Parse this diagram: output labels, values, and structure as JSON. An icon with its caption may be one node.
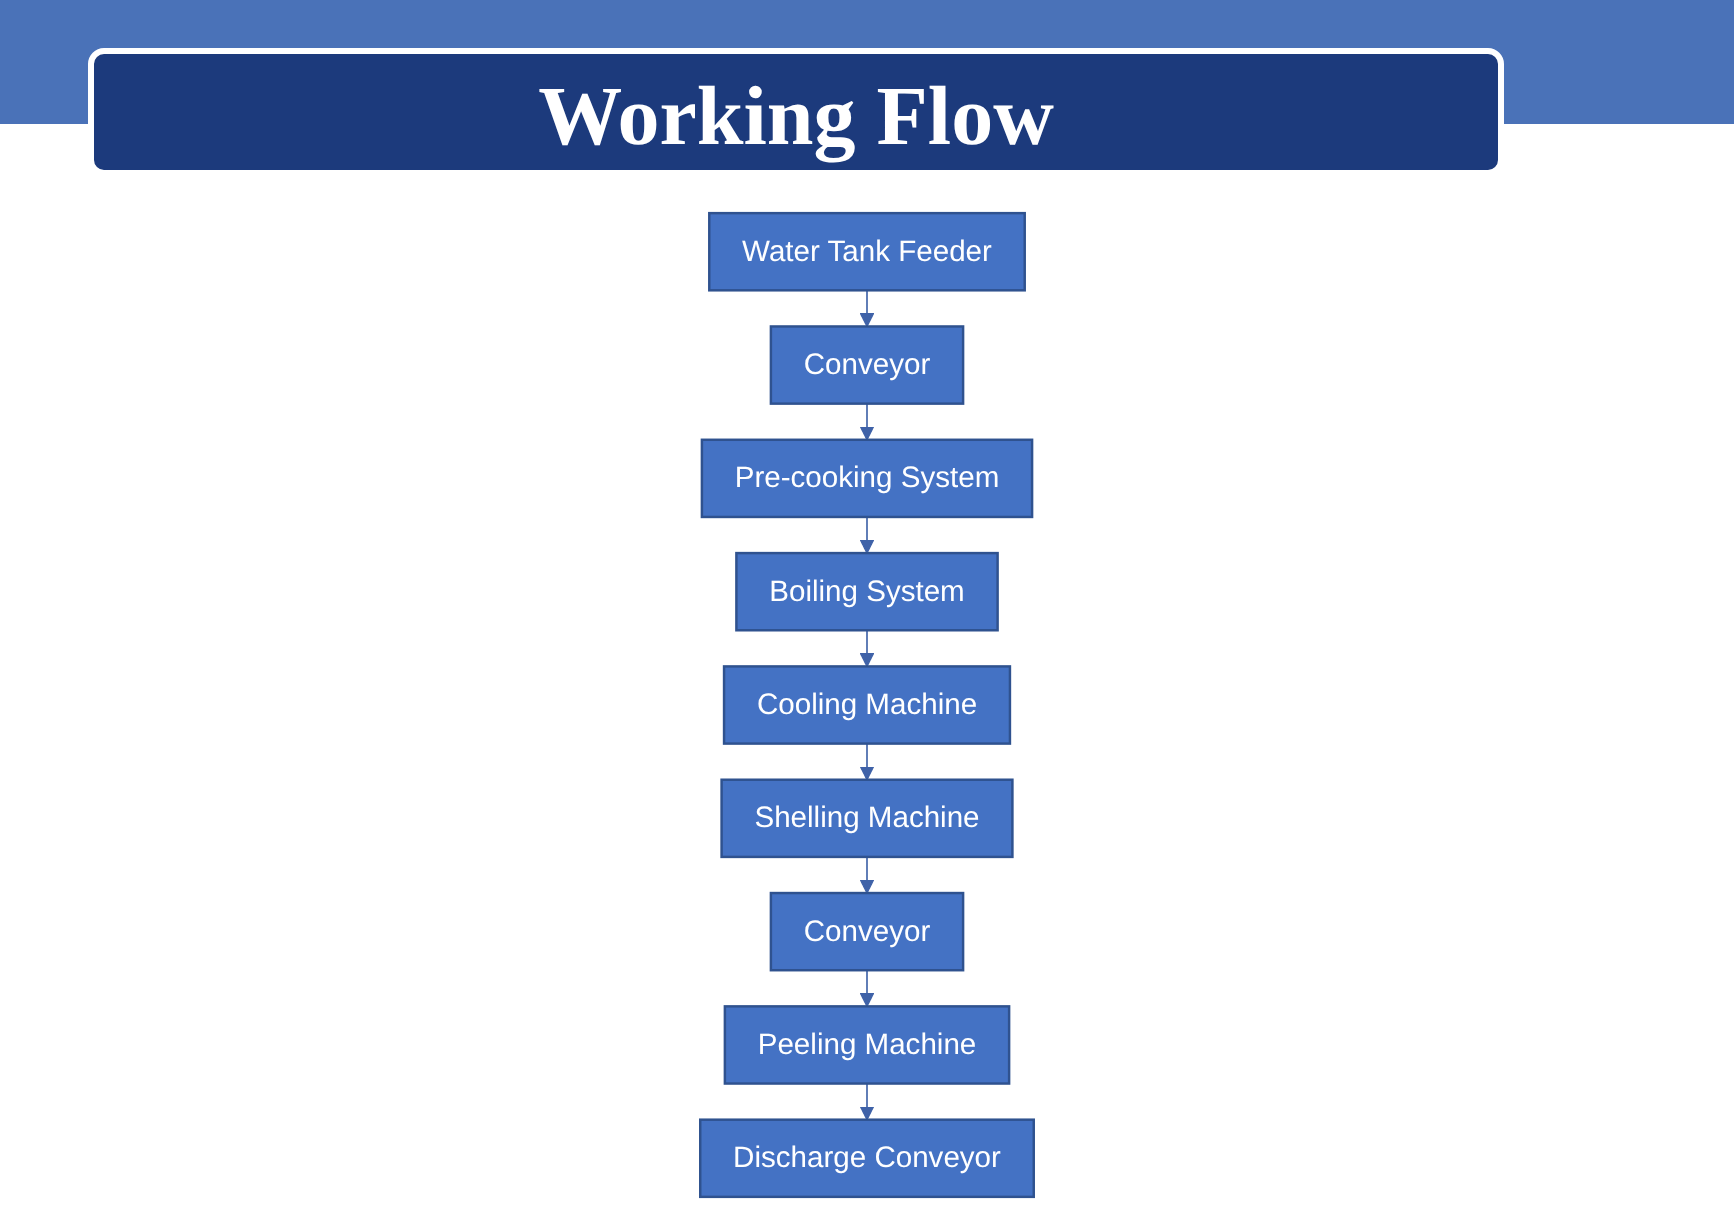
{
  "diagram": {
    "title": "Working Flow",
    "nodes": [
      {
        "text": [
          "Water Tank Feeder"
        ]
      },
      {
        "text": [
          "Conveyor"
        ]
      },
      {
        "text": [
          "Pre-cooking System"
        ]
      },
      {
        "text": [
          "Boiling System"
        ]
      },
      {
        "text": [
          "Cooling Machine"
        ]
      },
      {
        "text": [
          "Shelling Machine"
        ]
      },
      {
        "text": [
          "Conveyor"
        ]
      },
      {
        "text": [
          "Peeling Machine"
        ]
      },
      {
        "text": [
          "Discharge Conveyor"
        ]
      }
    ],
    "edges": [
      {
        "from": 0,
        "to": 1,
        "arrow": "to"
      },
      {
        "from": 1,
        "to": 2,
        "arrow": "to"
      },
      {
        "from": 2,
        "to": 3,
        "arrow": "to"
      },
      {
        "from": 3,
        "to": 4,
        "arrow": "to"
      },
      {
        "from": 4,
        "to": 5,
        "arrow": "to"
      },
      {
        "from": 5,
        "to": 6,
        "arrow": "to"
      },
      {
        "from": 6,
        "to": 7,
        "arrow": "to"
      },
      {
        "from": 7,
        "to": 8,
        "arrow": "to"
      }
    ]
  }
}
